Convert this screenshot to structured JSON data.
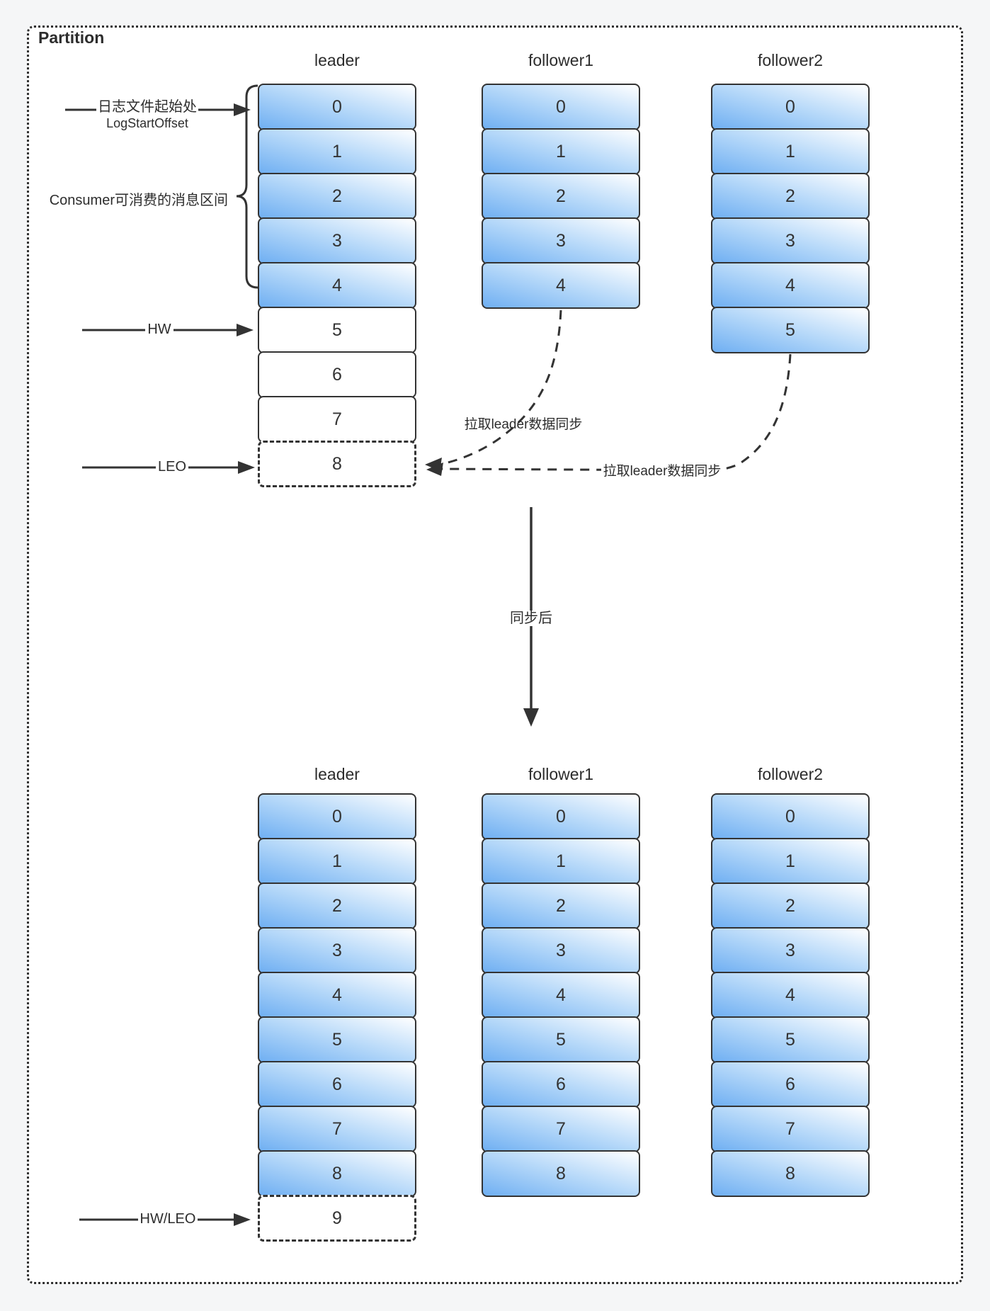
{
  "title": "Partition",
  "palette": {
    "cell_blue": "#6faff2",
    "cell_gradient_end": "#ffffff",
    "stroke": "#333333",
    "background_outer": "#f5f6f7",
    "background_inner": "#ffffff"
  },
  "top_section": {
    "columns": [
      {
        "label": "leader",
        "cells": [
          {
            "value": "0",
            "variant": "blue"
          },
          {
            "value": "1",
            "variant": "blue"
          },
          {
            "value": "2",
            "variant": "blue"
          },
          {
            "value": "3",
            "variant": "blue"
          },
          {
            "value": "4",
            "variant": "blue"
          },
          {
            "value": "5",
            "variant": "white"
          },
          {
            "value": "6",
            "variant": "white"
          },
          {
            "value": "7",
            "variant": "white"
          },
          {
            "value": "8",
            "variant": "dashed"
          }
        ]
      },
      {
        "label": "follower1",
        "cells": [
          {
            "value": "0",
            "variant": "blue"
          },
          {
            "value": "1",
            "variant": "blue"
          },
          {
            "value": "2",
            "variant": "blue"
          },
          {
            "value": "3",
            "variant": "blue"
          },
          {
            "value": "4",
            "variant": "blue"
          }
        ]
      },
      {
        "label": "follower2",
        "cells": [
          {
            "value": "0",
            "variant": "blue"
          },
          {
            "value": "1",
            "variant": "blue"
          },
          {
            "value": "2",
            "variant": "blue"
          },
          {
            "value": "3",
            "variant": "blue"
          },
          {
            "value": "4",
            "variant": "blue"
          },
          {
            "value": "5",
            "variant": "blue"
          }
        ]
      }
    ],
    "labels": {
      "log_start_title": "日志文件起始处",
      "log_start_subtitle": "LogStartOffset",
      "consumer_range": "Consumer可消费的消息区间",
      "hw": "HW",
      "leo": "LEO",
      "pull_sync_1": "拉取leader数据同步",
      "pull_sync_2": "拉取leader数据同步"
    }
  },
  "transition": {
    "label": "同步后"
  },
  "bottom_section": {
    "columns": [
      {
        "label": "leader",
        "cells": [
          {
            "value": "0",
            "variant": "blue"
          },
          {
            "value": "1",
            "variant": "blue"
          },
          {
            "value": "2",
            "variant": "blue"
          },
          {
            "value": "3",
            "variant": "blue"
          },
          {
            "value": "4",
            "variant": "blue"
          },
          {
            "value": "5",
            "variant": "blue"
          },
          {
            "value": "6",
            "variant": "blue"
          },
          {
            "value": "7",
            "variant": "blue"
          },
          {
            "value": "8",
            "variant": "blue"
          },
          {
            "value": "9",
            "variant": "dashed"
          }
        ]
      },
      {
        "label": "follower1",
        "cells": [
          {
            "value": "0",
            "variant": "blue"
          },
          {
            "value": "1",
            "variant": "blue"
          },
          {
            "value": "2",
            "variant": "blue"
          },
          {
            "value": "3",
            "variant": "blue"
          },
          {
            "value": "4",
            "variant": "blue"
          },
          {
            "value": "5",
            "variant": "blue"
          },
          {
            "value": "6",
            "variant": "blue"
          },
          {
            "value": "7",
            "variant": "blue"
          },
          {
            "value": "8",
            "variant": "blue"
          }
        ]
      },
      {
        "label": "follower2",
        "cells": [
          {
            "value": "0",
            "variant": "blue"
          },
          {
            "value": "1",
            "variant": "blue"
          },
          {
            "value": "2",
            "variant": "blue"
          },
          {
            "value": "3",
            "variant": "blue"
          },
          {
            "value": "4",
            "variant": "blue"
          },
          {
            "value": "5",
            "variant": "blue"
          },
          {
            "value": "6",
            "variant": "blue"
          },
          {
            "value": "7",
            "variant": "blue"
          },
          {
            "value": "8",
            "variant": "blue"
          }
        ]
      }
    ],
    "labels": {
      "hw_leo": "HW/LEO"
    }
  }
}
